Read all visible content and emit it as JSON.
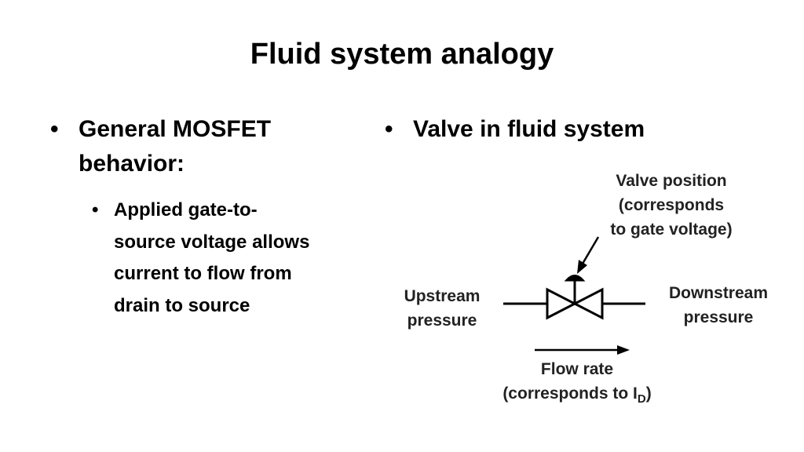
{
  "slide": {
    "title": "Fluid system analogy",
    "left": {
      "bullet": "General MOSFET behavior:",
      "sub_bullet": "Applied gate-to-source voltage allows current to flow from drain to source"
    },
    "right": {
      "bullet": "Valve in fluid system"
    },
    "bullet_glyph": "•"
  },
  "diagram": {
    "valve_label": [
      "Valve position",
      "(corresponds",
      "to gate voltage)"
    ],
    "upstream_label": [
      "Upstream",
      "pressure"
    ],
    "downstream_label": [
      "Downstream",
      "pressure"
    ],
    "flow_label": [
      "Flow rate",
      "(corresponds to I"
    ],
    "flow_subscript": "D",
    "flow_suffix": ")",
    "line_color": "#000000",
    "text_color": "#222222"
  }
}
